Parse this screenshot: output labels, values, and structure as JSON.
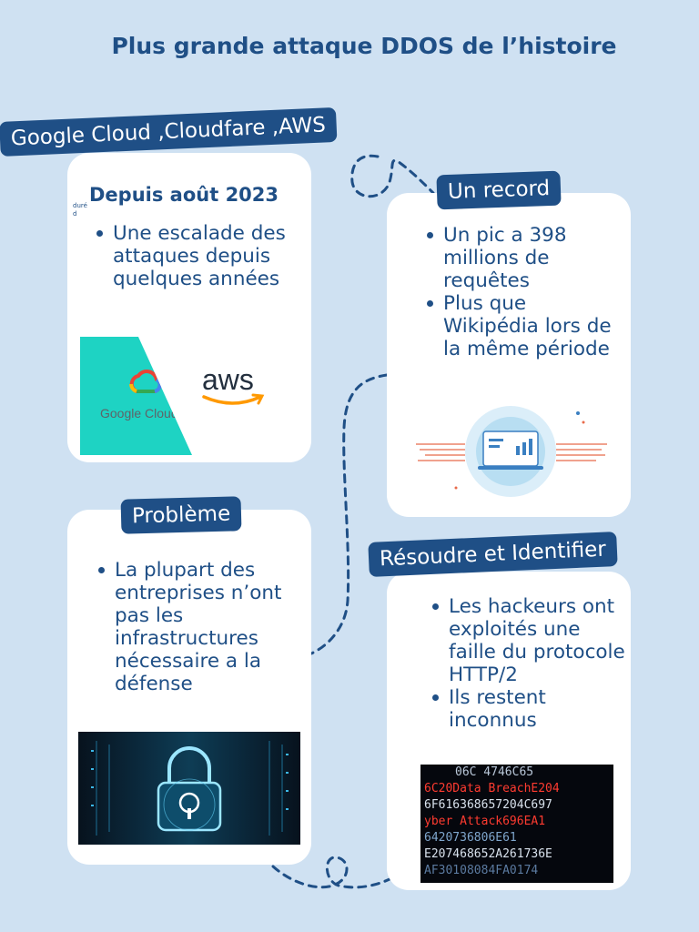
{
  "title": "Plus grande attaque DDOS de l’histoire",
  "card1": {
    "label": "Google Cloud ,Cloudfare ,AWS",
    "note": "duré d",
    "heading": "Depuis août 2023",
    "bullets": [
      "Une escalade des attaques depuis quelques années"
    ],
    "logo_google": "Google Cloud",
    "logo_aws": "aws"
  },
  "card2": {
    "label": "Un record",
    "bullets": [
      "Un pic a 398 millions de requêtes",
      "Plus que Wikipédia lors de la même période"
    ]
  },
  "card3": {
    "label": "Problème",
    "bullets": [
      "La plupart des entreprises n’ont pas les infrastructures nécessaire a la défense"
    ]
  },
  "card4": {
    "label": "Résoudre et Identifier",
    "bullets": [
      "Les hackeurs ont exploités une faille du protocole HTTP/2",
      "Ils restent inconnus"
    ],
    "screen_lines": [
      "06C 4746C65",
      "6C20Data BreachE204",
      "6F616368657204C697",
      "yber Attack696EA1",
      "6420736806E61",
      "E207468652A261736E",
      "AF30108084FA0174"
    ]
  },
  "colors": {
    "background": "#cfe1f2",
    "primary": "#1f4f86",
    "card": "#ffffff",
    "google_teal": "#1ed3c3"
  }
}
